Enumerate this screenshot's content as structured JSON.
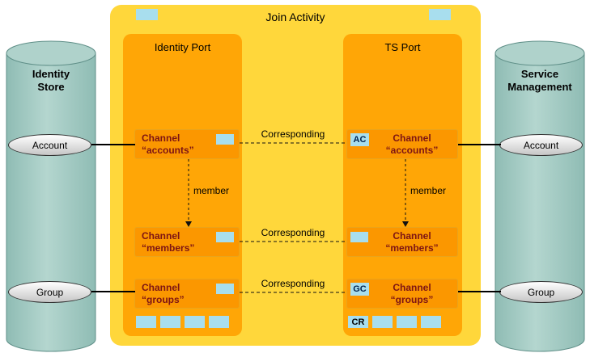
{
  "diagram_title": "Join Activity",
  "left_store": {
    "line1": "Identity",
    "line2": "Store",
    "entities": {
      "account": "Account",
      "group": "Group"
    }
  },
  "right_store": {
    "line1": "Service",
    "line2": "Management",
    "entities": {
      "account": "Account",
      "group": "Group"
    }
  },
  "identity_port": {
    "title": "Identity Port",
    "channels": {
      "accounts": {
        "word": "Channel",
        "name": "“accounts”"
      },
      "members": {
        "word": "Channel",
        "name": "“members”"
      },
      "groups": {
        "word": "Channel",
        "name": "“groups”"
      }
    }
  },
  "ts_port": {
    "title": "TS Port",
    "channels": {
      "accounts": {
        "word": "Channel",
        "name": "“accounts”",
        "tag": "AC"
      },
      "members": {
        "word": "Channel",
        "name": "“members”"
      },
      "groups": {
        "word": "Channel",
        "name": "“groups”",
        "tag": "GC"
      }
    },
    "bottom_tag": "CR"
  },
  "connectors": {
    "corresponding_accounts": "Corresponding",
    "corresponding_members": "Corresponding",
    "corresponding_groups": "Corresponding",
    "member_left": "member",
    "member_right": "member"
  },
  "colors": {
    "activity_yellow": "#FFD73B",
    "port_orange": "#FFA606",
    "channel_orange": "#FB9700",
    "channel_text_maroon": "#7D1414",
    "accent_cyan": "#A8DEEE",
    "cylinder_teal": "#9CC4BC"
  }
}
